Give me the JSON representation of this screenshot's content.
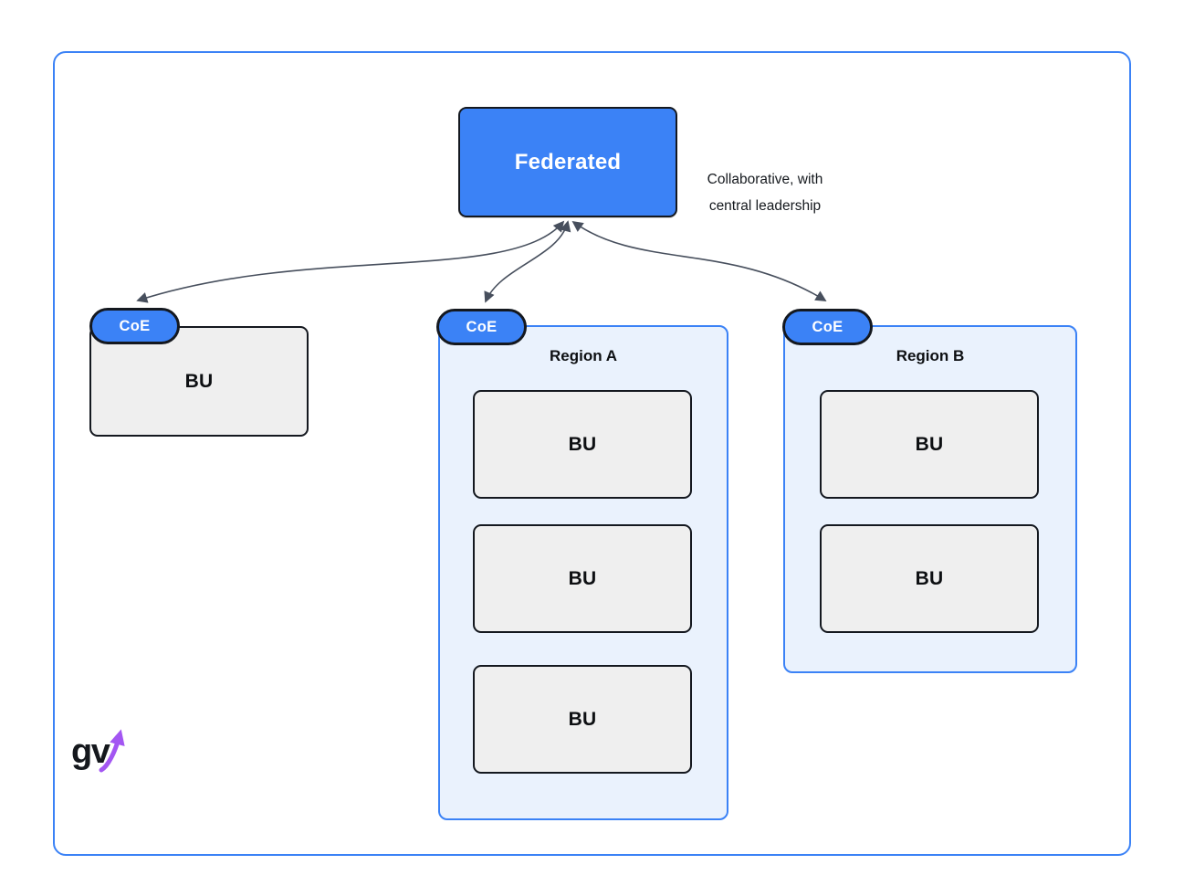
{
  "diagram": {
    "root": {
      "label": "Federated",
      "annotation_lines": [
        "Collaborative, with",
        "central leadership"
      ]
    },
    "groups": [
      {
        "name": "standalone",
        "badge": "CoE",
        "title": "",
        "bu_labels": [
          "BU"
        ]
      },
      {
        "name": "region-a",
        "badge": "CoE",
        "title": "Region A",
        "bu_labels": [
          "BU",
          "BU",
          "BU"
        ]
      },
      {
        "name": "region-b",
        "badge": "CoE",
        "title": "Region B",
        "bu_labels": [
          "BU",
          "BU"
        ]
      }
    ],
    "logo_text": "gv"
  },
  "colors": {
    "accent_blue": "#3b82f6",
    "region_fill": "#eaf2fd",
    "bu_fill": "#efefef",
    "dark_border": "#14181f",
    "arrow": "#474f5d",
    "logo_purple": "#a356f2",
    "background": "#ffffff"
  }
}
